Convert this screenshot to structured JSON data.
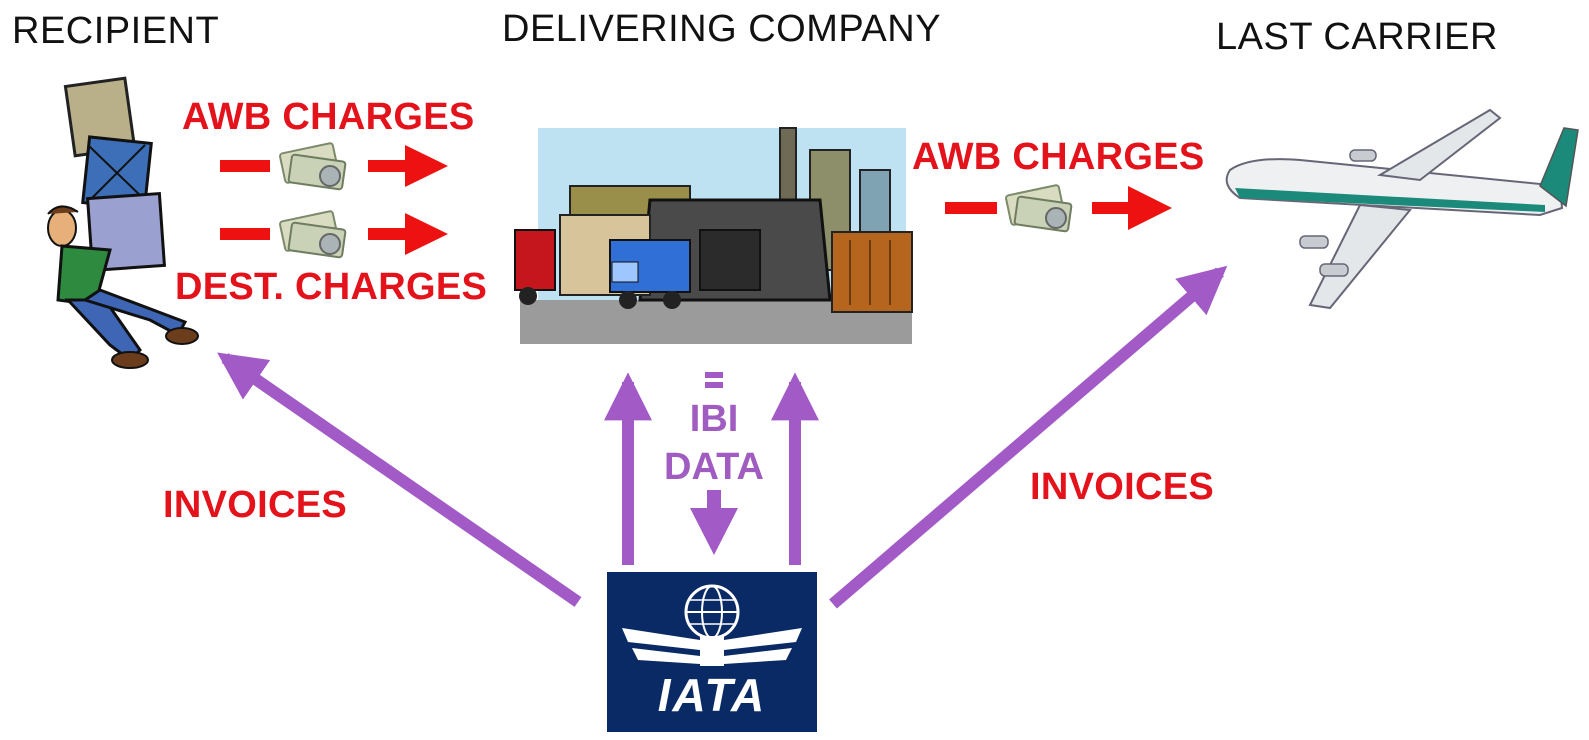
{
  "headings": {
    "recipient": "RECIPIENT",
    "delivering_company": "DELIVERING COMPANY",
    "last_carrier": "LAST CARRIER"
  },
  "flows": {
    "awb_left": "AWB CHARGES",
    "dest_left": "DEST. CHARGES",
    "awb_right": "AWB CHARGES",
    "invoices_left": "INVOICES",
    "invoices_right": "INVOICES",
    "ibi_line1": "IBI",
    "ibi_line2": "DATA"
  },
  "logo": {
    "text": "IATA"
  },
  "colors": {
    "charge_arrow": "#ee1111",
    "invoice_arrow": "#a25bc6",
    "iata_bg": "#0a2a66"
  },
  "icons": [
    "recipient-icon",
    "factory-icon",
    "airplane-icon",
    "money-icon",
    "iata-logo"
  ]
}
